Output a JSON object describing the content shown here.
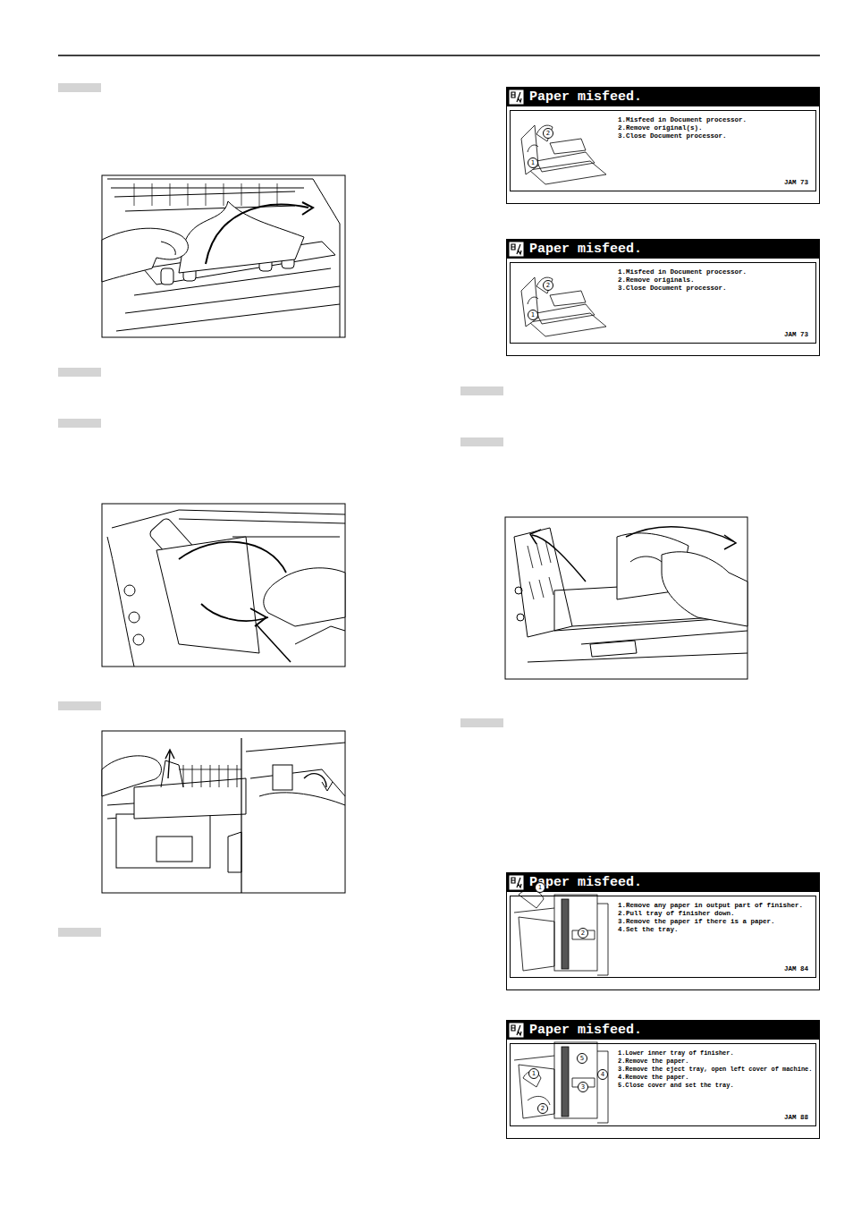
{
  "diagram": {
    "nodes": [
      {
        "text": [
          "Paper misfeed.",
          "1.Misfeed in Document processor.",
          "2.Remove original(s).",
          "3.Close Document processor.",
          "JAM 73"
        ]
      },
      {
        "text": [
          "Paper misfeed.",
          "1.Misfeed in Document processor.",
          "2.Remove originals.",
          "3.Close Document processor.",
          "JAM 73"
        ]
      },
      {
        "text": [
          "Paper misfeed.",
          "1.Remove any paper in output part of finisher.",
          "2.Pull tray of finisher down.",
          "3.Remove the paper if there is a paper.",
          "4.Set the tray.",
          "JAM 84"
        ]
      },
      {
        "text": [
          "Paper misfeed.",
          "1.Lower inner tray of finisher.",
          "2.Remove the paper.",
          "3.Remove the eject tray, open left cover of machine.",
          "4.Remove the paper.",
          "5.Close cover and set the tray.",
          "JAM 88"
        ]
      }
    ],
    "labels": [
      "1",
      "2",
      "1",
      "2",
      "1",
      "2",
      "1",
      "2",
      "3",
      "4",
      "5"
    ]
  }
}
